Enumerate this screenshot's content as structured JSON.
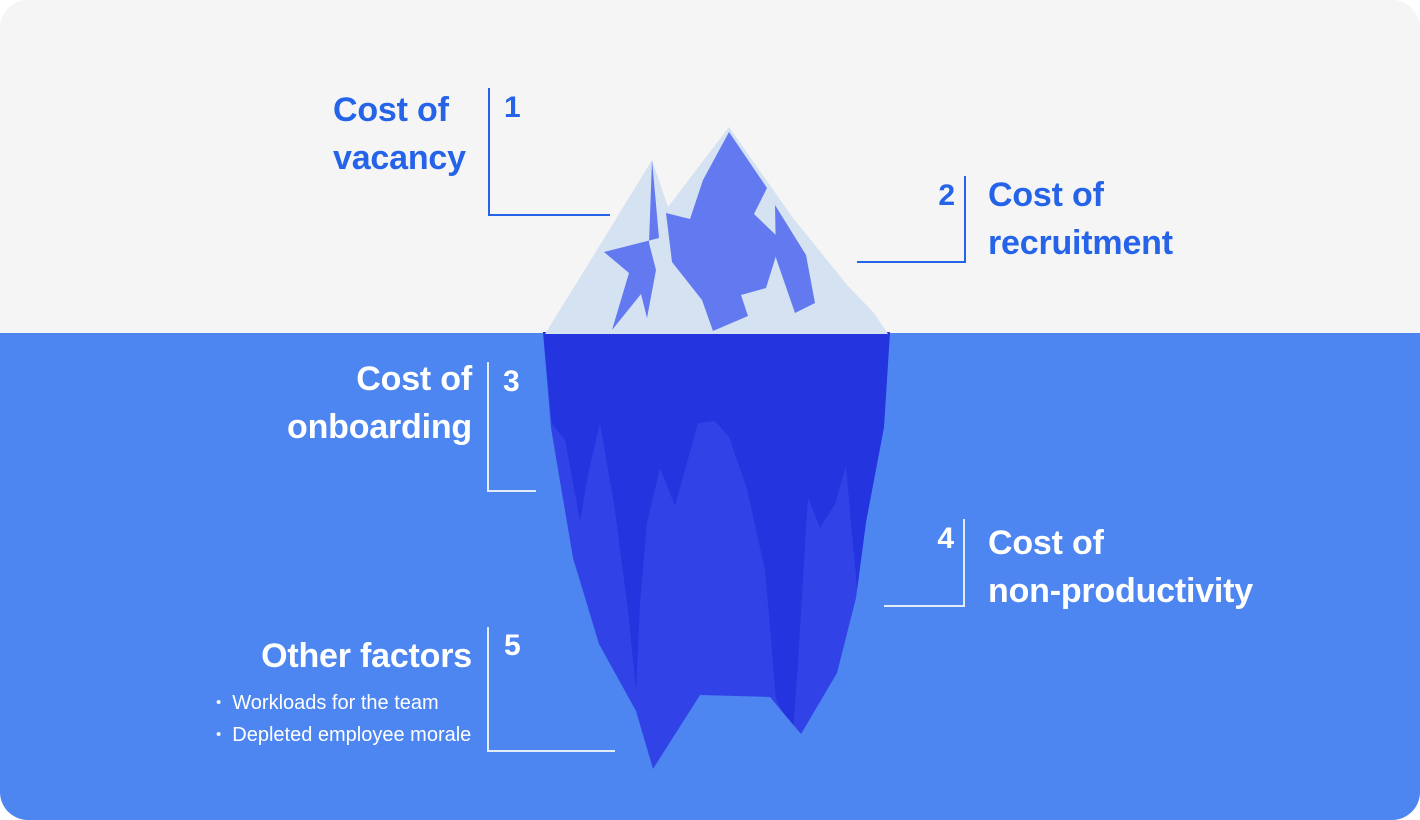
{
  "colors": {
    "sky": "#f5f5f5",
    "water": "#4d86f0",
    "accent_text": "#2563e8",
    "text_light": "#ffffff",
    "iceberg_cap": "#d5e2f2",
    "iceberg_facet": "#6379ef",
    "iceberg_deep": "#3143e6",
    "iceberg_deep_shadow": "#2434de",
    "bracket_light": "#e3ecf9"
  },
  "labels": [
    {
      "number": "1",
      "line1": "Cost of",
      "line2": "vacancy"
    },
    {
      "number": "2",
      "line1": "Cost of",
      "line2": "recruitment"
    },
    {
      "number": "3",
      "line1": "Cost of",
      "line2": "onboarding"
    },
    {
      "number": "4",
      "line1": "Cost of",
      "line2": "non-productivity"
    },
    {
      "number": "5",
      "title": "Other factors",
      "bullet_char": "•",
      "bullets": [
        "Workloads for the team",
        "Depleted employee morale"
      ]
    }
  ]
}
